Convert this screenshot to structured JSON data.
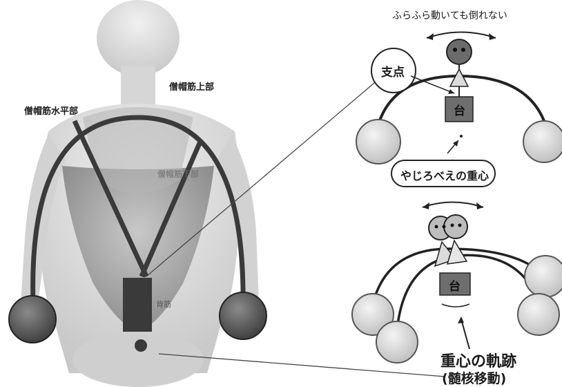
{
  "labels": {
    "trapezius_upper": "僧帽筋上部",
    "trapezius_horizontal": "僧帽筋水平部",
    "trapezius_lower": "僧帽筋下部",
    "back_muscle": "背筋",
    "sway_caption": "ふらふら動いても倒れない",
    "fulcrum": "支点",
    "stand_top": "台",
    "stand_bottom": "台",
    "yajirobe_cog": "やじろべえの重心",
    "cog_trajectory": "重心の軌跡",
    "cog_note": "(髄核移動)"
  },
  "colors": {
    "arc": "#3a3a3a",
    "ball_dark": "#5a5a5a",
    "ball_light": "#dcdcdc",
    "stand": "#6e6e6e",
    "body_shade": "#a9a9a9",
    "skeleton": "#d9d9d9"
  }
}
